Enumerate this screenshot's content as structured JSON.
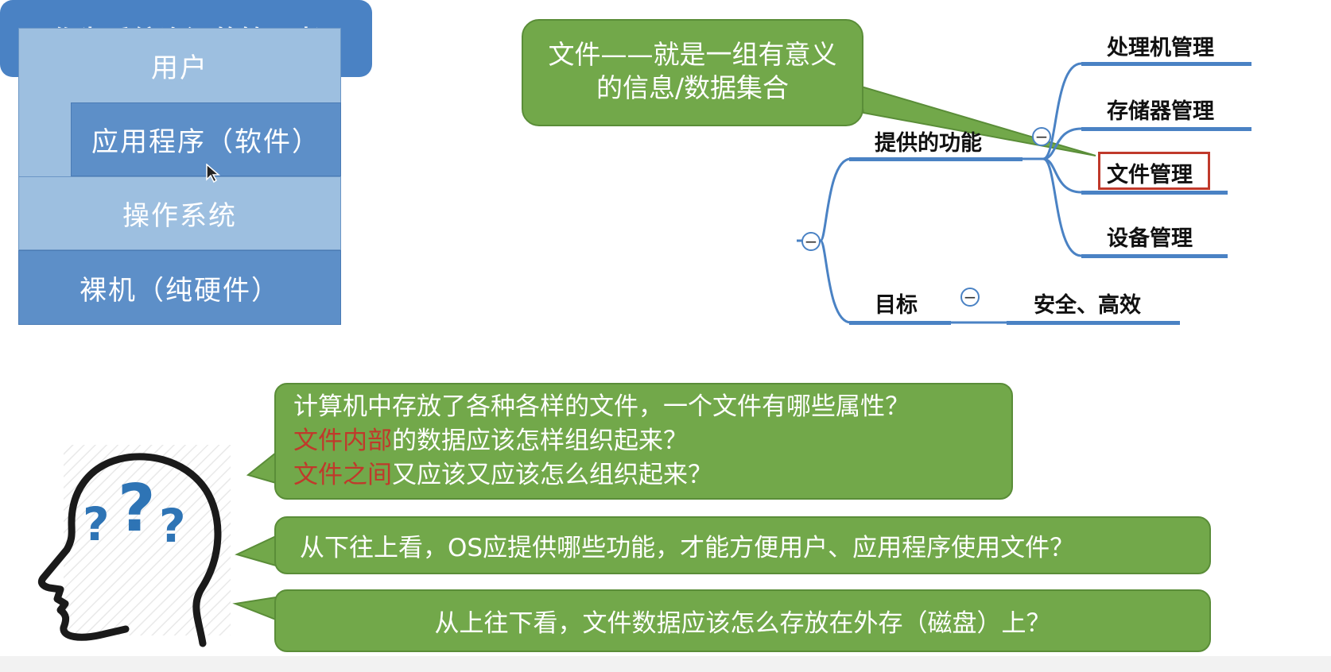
{
  "layer_stack": {
    "user": "用户",
    "application": "应用程序（软件）",
    "os": "操作系统",
    "hardware": "裸机（纯硬件）"
  },
  "mind_map": {
    "central": "作为系统资源的管理者",
    "callout": "文件——就是一组有意义的信息/数据集合",
    "functions_label": "提供的功能",
    "functions": [
      "处理机管理",
      "存储器管理",
      "文件管理",
      "设备管理"
    ],
    "goal_label": "目标",
    "goal_value": "安全、高效",
    "collapse_glyph": "−"
  },
  "questions": {
    "q1_line1": "计算机中存放了各种各样的文件，一个文件有哪些属性？",
    "q1_line2_highlight": "文件内部",
    "q1_line2_rest": "的数据应该怎样组织起来？",
    "q1_line3_highlight": "文件之间",
    "q1_line3_rest": "又应该又应该怎么组织起来？",
    "q2": "从下往上看，OS应提供哪些功能，才能方便用户、应用程序使用文件？",
    "q3": "从上往下看，文件数据应该怎么存放在外存（磁盘）上？"
  },
  "colors": {
    "stack_light": "#9dbfe0",
    "stack_dark": "#5d8fc8",
    "central_blue": "#4a82c4",
    "bubble_green": "#72a84a",
    "highlight_red": "#c0392b"
  },
  "icons": [
    "thinking-head-icon",
    "question-marks-icon",
    "mouse-cursor-icon"
  ]
}
